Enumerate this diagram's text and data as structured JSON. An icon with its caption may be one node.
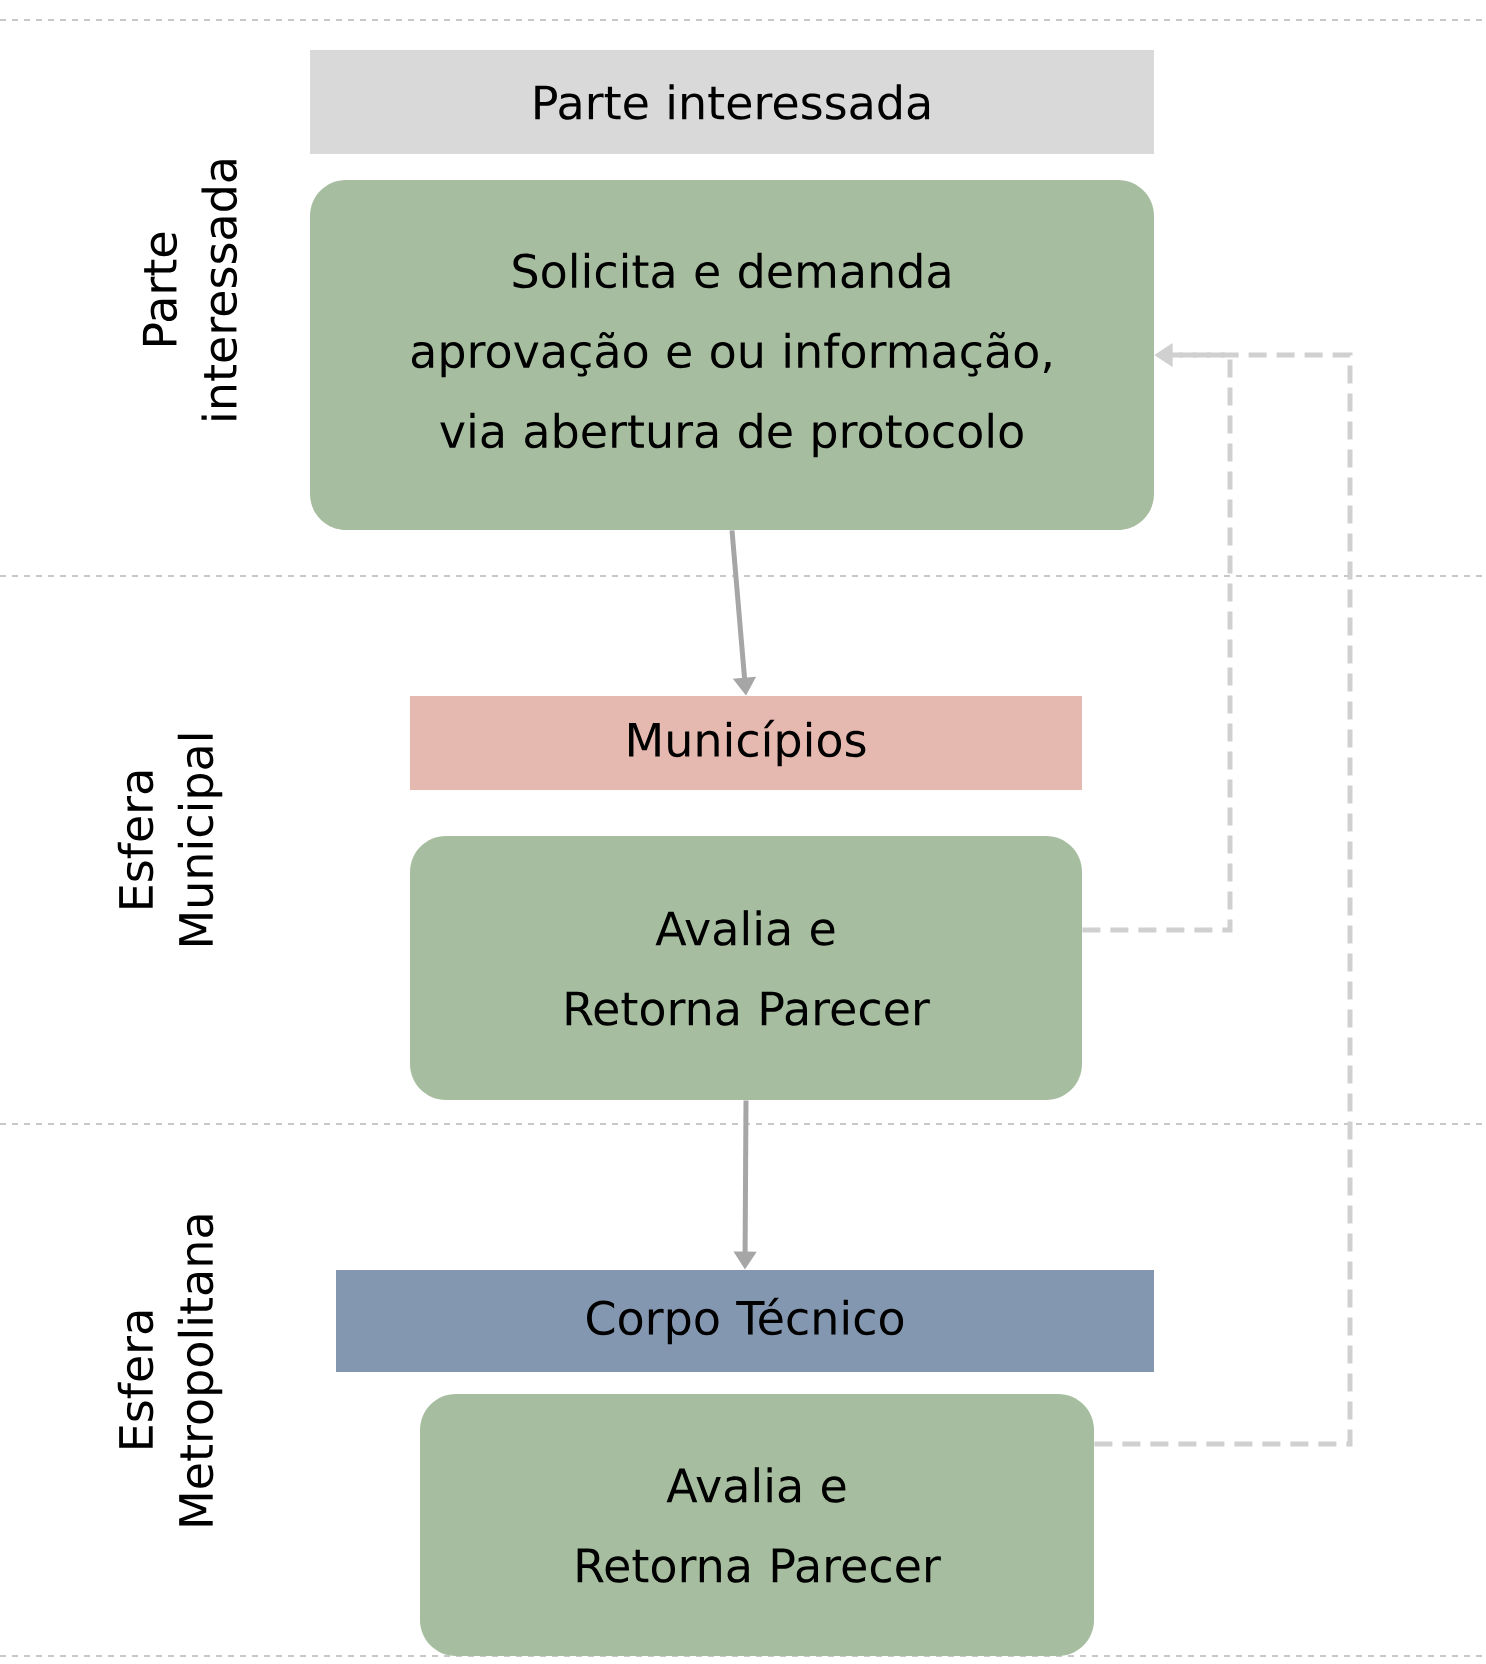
{
  "diagram": {
    "nodes": [
      {
        "text": [
          "Parte interessada"
        ]
      },
      {
        "text": [
          "Solicita e demanda aprovação e ou informação, via abertura de protocolo"
        ]
      },
      {
        "text": [
          "Municípios"
        ]
      },
      {
        "text": [
          "Avalia e Retorna Parecer"
        ]
      },
      {
        "text": [
          "Corpo Técnico"
        ]
      },
      {
        "text": [
          "Avalia e Retorna Parecer"
        ]
      }
    ],
    "edges": [
      {
        "from": 1,
        "to": 2,
        "arrow": "to"
      },
      {
        "from": 3,
        "to": 4,
        "arrow": "to"
      },
      {
        "from": 3,
        "to": 1,
        "arrow": "to",
        "style": "dashed",
        "color": "#d0d0d0"
      },
      {
        "from": 5,
        "to": 1,
        "arrow": "to",
        "style": "dashed",
        "color": "#d0d0d0"
      }
    ],
    "labels": [
      "Parte interessada",
      "Esfera Municipal",
      "Esfera Metropolitana"
    ]
  }
}
